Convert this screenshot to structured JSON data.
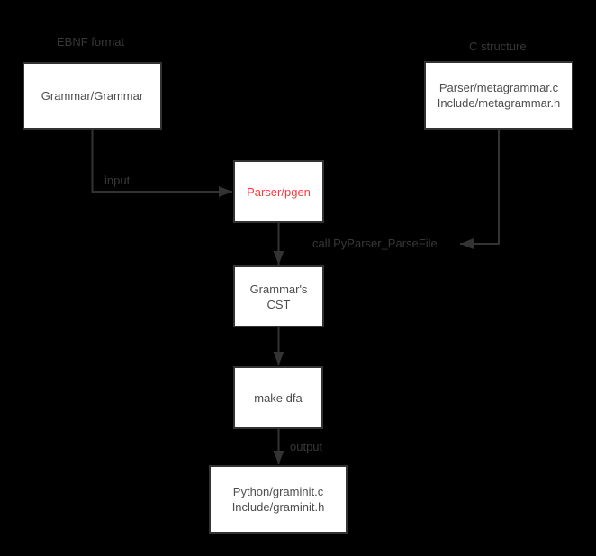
{
  "diagram": {
    "section_labels": {
      "ebnf_format": "EBNF format",
      "c_structure": "C structure"
    },
    "nodes": {
      "grammar_grammar": "Grammar/Grammar",
      "metagrammar": "Parser/metagrammar.c\nInclude/metagrammar.h",
      "pgen": "Parser/pgen",
      "cst": "Grammar's\nCST",
      "make_dfa": "make dfa",
      "graminit": "Python/graminit.c\nInclude/graminit.h"
    },
    "edge_labels": {
      "input": "input",
      "call": "call PyParser_ParseFile",
      "output": "output"
    },
    "colors": {
      "background": "#000000",
      "box_fill": "#ffffff",
      "box_border": "#333333",
      "box_text": "#4d4d4d",
      "label_text": "#383838",
      "arrow": "#333333",
      "highlight_text": "#f43e3e"
    }
  }
}
